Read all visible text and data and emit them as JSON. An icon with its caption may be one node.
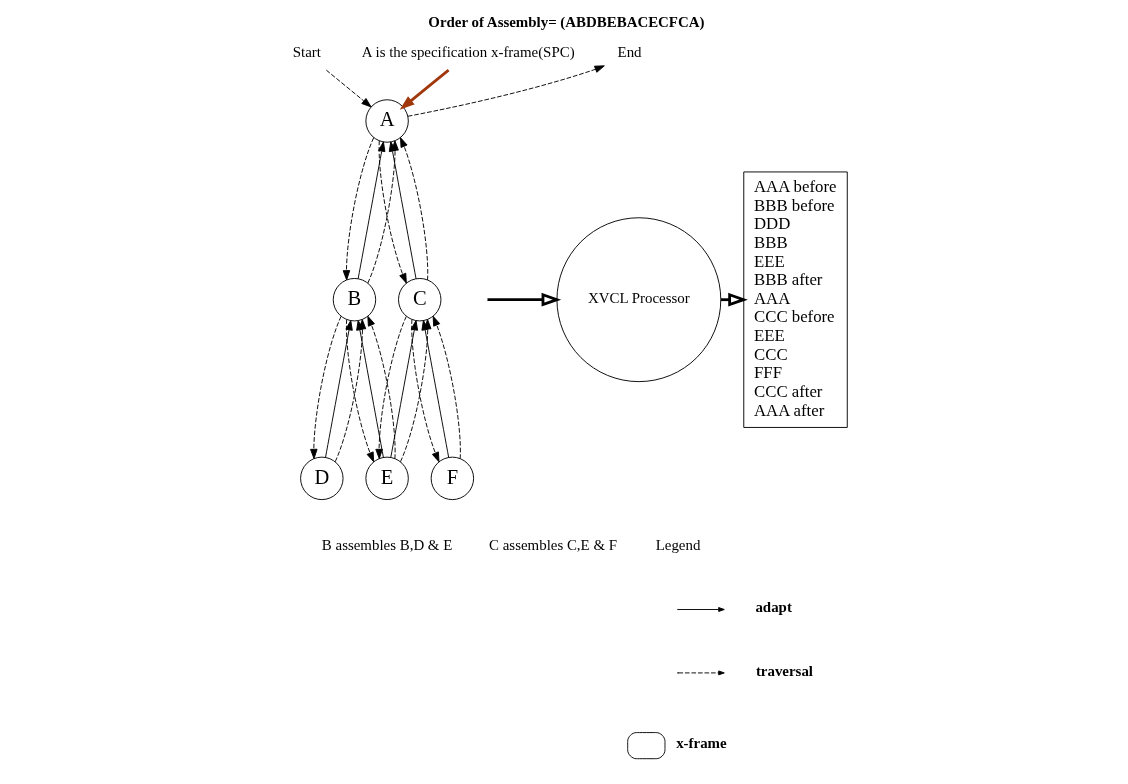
{
  "diagram": {
    "title": "Order of Assembly= (ABDBEBACECFCA)",
    "nodes": [
      {
        "text": [
          "Start"
        ]
      },
      {
        "text": [
          "End"
        ]
      },
      {
        "text": [
          "A is the specification x-frame(SPC)"
        ]
      },
      {
        "text": [
          "A"
        ]
      },
      {
        "text": [
          "B"
        ]
      },
      {
        "text": [
          "C"
        ]
      },
      {
        "text": [
          "D"
        ]
      },
      {
        "text": [
          "E"
        ]
      },
      {
        "text": [
          "F"
        ]
      },
      {
        "text": [
          "XVCL Processor"
        ]
      },
      {
        "text": [
          "AAA before",
          "BBB before",
          "DDD",
          "BBB",
          "EEE",
          "BBB after",
          "AAA",
          "CCC before",
          "EEE",
          "CCC",
          "FFF",
          "CCC after",
          "AAA after"
        ]
      }
    ],
    "edges": [
      {
        "from": 0,
        "to": 3,
        "arrow": "to",
        "style": "dashed"
      },
      {
        "from": 2,
        "to": 3,
        "arrow": "to",
        "style": "thick",
        "color": "#a0380c"
      },
      {
        "from": 4,
        "to": 3,
        "arrow": "to"
      },
      {
        "from": 5,
        "to": 3,
        "arrow": "to"
      },
      {
        "from": 6,
        "to": 4,
        "arrow": "to"
      },
      {
        "from": 7,
        "to": 4,
        "arrow": "to"
      },
      {
        "from": 7,
        "to": 5,
        "arrow": "to"
      },
      {
        "from": 8,
        "to": 5,
        "arrow": "to"
      },
      {
        "from": 3,
        "to": 4,
        "arrow": "to",
        "style": "dashed"
      },
      {
        "from": 4,
        "to": 6,
        "arrow": "to",
        "style": "dashed"
      },
      {
        "from": 6,
        "to": 4,
        "arrow": "to",
        "style": "dashed"
      },
      {
        "from": 4,
        "to": 7,
        "arrow": "to",
        "style": "dashed"
      },
      {
        "from": 7,
        "to": 4,
        "arrow": "to",
        "style": "dashed"
      },
      {
        "from": 4,
        "to": 3,
        "arrow": "to",
        "style": "dashed"
      },
      {
        "from": 3,
        "to": 5,
        "arrow": "to",
        "style": "dashed"
      },
      {
        "from": 5,
        "to": 7,
        "arrow": "to",
        "style": "dashed"
      },
      {
        "from": 7,
        "to": 5,
        "arrow": "to",
        "style": "dashed"
      },
      {
        "from": 5,
        "to": 8,
        "arrow": "to",
        "style": "dashed"
      },
      {
        "from": 8,
        "to": 5,
        "arrow": "to",
        "style": "dashed"
      },
      {
        "from": 5,
        "to": 3,
        "arrow": "to",
        "style": "dashed"
      },
      {
        "from": 3,
        "to": 1,
        "arrow": "to",
        "style": "dashed"
      },
      {
        "from": null,
        "to": 9,
        "arrow": "to",
        "style": "thick"
      },
      {
        "from": 9,
        "to": 10,
        "arrow": "to",
        "style": "thick"
      }
    ],
    "labels": [
      "B assembles B,D & E",
      "C assembles C,E & F",
      "Legend"
    ],
    "legend": [
      {
        "text": "adapt"
      },
      {
        "text": "traversal"
      },
      {
        "text": "x-frame"
      }
    ]
  }
}
